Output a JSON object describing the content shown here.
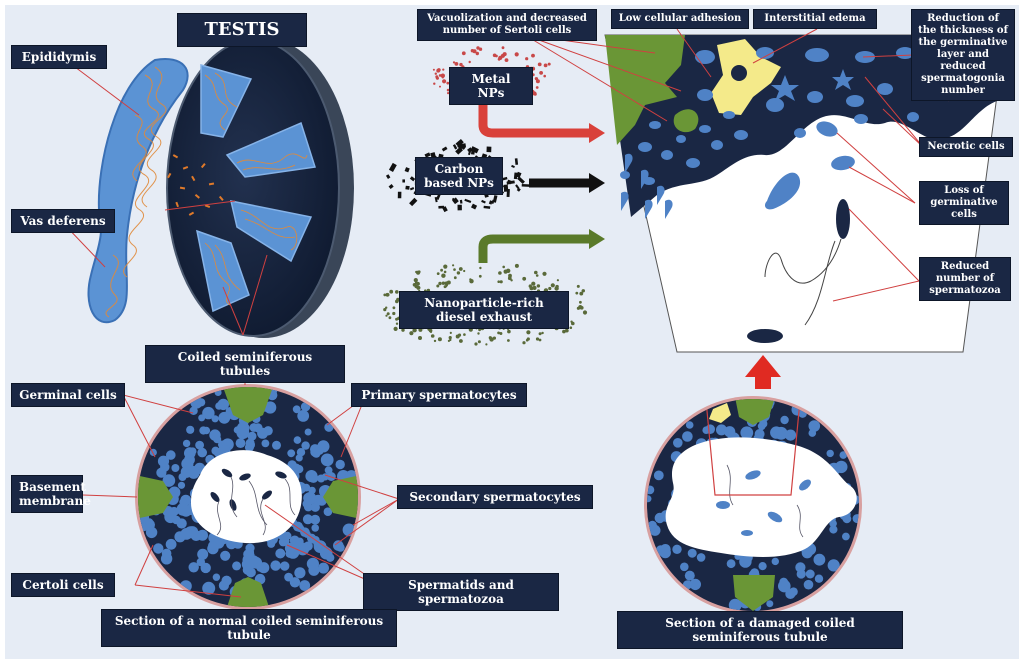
{
  "title": "TESTIS",
  "labels": {
    "epididymis": "Epididymis",
    "vas_deferens": "Vas deferens",
    "coiled_tubules": "Coiled seminiferous tubules",
    "germinal_cells": "Germinal cells",
    "basement_membrane": "Basement membrane",
    "certoli_cells": "Certoli cells",
    "primary_spermatocytes": "Primary spermatocytes",
    "secondary_spermatocytes": "Secondary spermatocytes",
    "spermatids": "Spermatids and spermatozoa",
    "normal_section": "Section of a normal coiled seminiferous tubule",
    "damaged_section": "Section of a damaged coiled seminiferous tubule",
    "metal_nps": "Metal NPs",
    "carbon_nps": "Carbon based NPs",
    "diesel": "Nanoparticle-rich diesel exhaust",
    "vacuolization": "Vacuolization and decreased number of Sertoli cells",
    "low_adhesion": "Low cellular adhesion",
    "edema": "Interstitial edema",
    "reduction": "Reduction of the thickness of the germinative layer and reduced spermatogonia number",
    "necrotic": "Necrotic cells",
    "loss_germ": "Loss of germinative cells",
    "reduced_sperm": "Reduced number of spermatozoa"
  },
  "colors": {
    "navy": "#1a2744",
    "cell_blue": "#4f82c6",
    "sertoli_green": "#5e8a2e",
    "edema_yellow": "#f4ea8a",
    "arrow_red": "#d9413a",
    "arrow_green": "#5a7a2a",
    "ring_pink": "#d8a0a0",
    "leader_red": "#d04040"
  }
}
